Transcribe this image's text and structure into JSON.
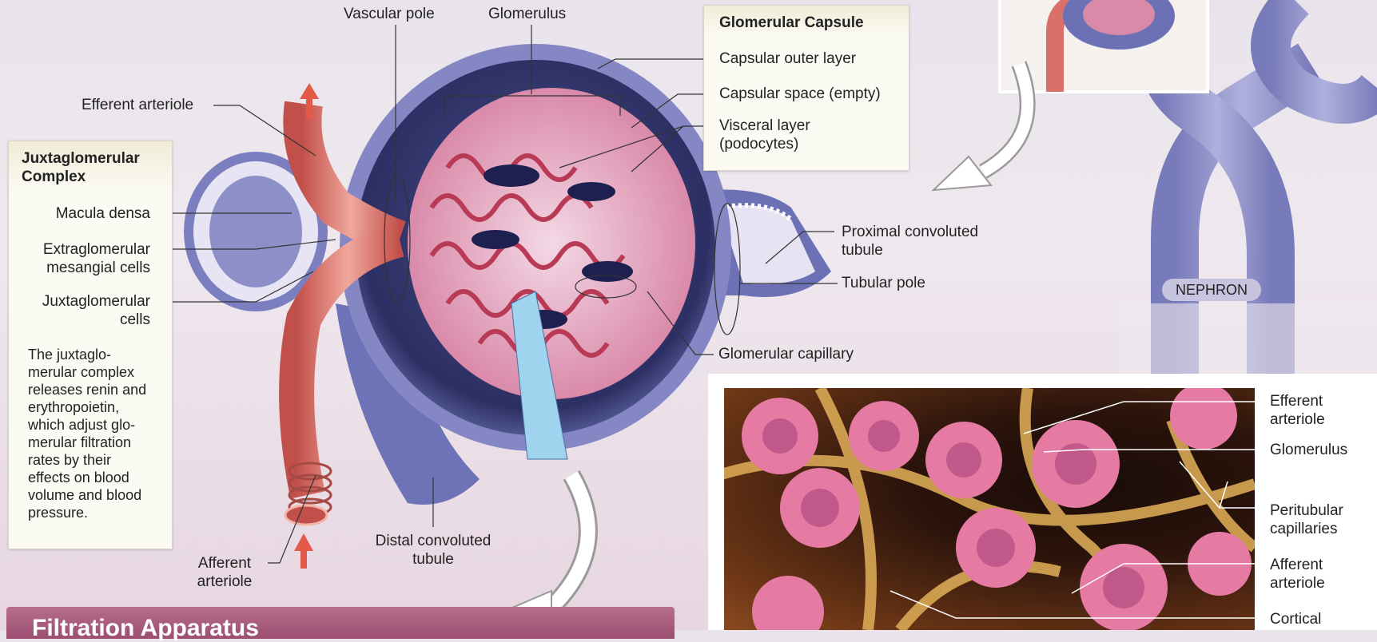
{
  "labels": {
    "vascular_pole": "Vascular pole",
    "glomerulus": "Glomerulus",
    "efferent_arteriole": "Efferent arteriole",
    "proximal_convoluted_tubule_line1": "Proximal convoluted",
    "proximal_convoluted_tubule_line2": "tubule",
    "tubular_pole": "Tubular pole",
    "glomerular_capillary": "Glomerular capillary",
    "distal_convoluted_tubule_line1": "Distal convoluted",
    "distal_convoluted_tubule_line2": "tubule",
    "afferent_arteriole_line1": "Afferent",
    "afferent_arteriole_line2": "arteriole"
  },
  "glomerular_capsule": {
    "title": "Glomerular Capsule",
    "outer_layer": "Capsular outer layer",
    "space": "Capsular space (empty)",
    "visceral_line1": "Visceral layer",
    "visceral_line2": "(podocytes)"
  },
  "juxtaglomerular_complex": {
    "title_line1": "Juxtaglomerular",
    "title_line2": "Complex",
    "macula_densa": "Macula densa",
    "extraglomerular_line1": "Extraglomerular",
    "extraglomerular_line2": "mesangial cells",
    "jg_cells_line1": "Juxtaglomerular",
    "jg_cells_line2": "cells",
    "description_lines": [
      "The juxtaglo-",
      "merular complex",
      "releases renin and",
      "erythropoietin,",
      "which adjust glo-",
      "merular filtration",
      "rates by their",
      "effects on blood",
      "volume and blood",
      "pressure."
    ]
  },
  "nephron_label": "NEPHRON",
  "micrograph_labels": {
    "efferent_line1": "Efferent",
    "efferent_line2": "arteriole",
    "glomerulus": "Glomerulus",
    "peritubular_line1": "Peritubular",
    "peritubular_line2": "capillaries",
    "afferent_line1": "Afferent",
    "afferent_line2": "arteriole",
    "cortical": "Cortical"
  },
  "banner_title": "Filtration Apparatus",
  "colors": {
    "capsule_blue": "#5a5f9e",
    "arteriole_red": "#d9706a",
    "capillary_pink": "#e88aa8",
    "banner": "#a85a7c",
    "nephron_tube": "#7b7fbf"
  }
}
